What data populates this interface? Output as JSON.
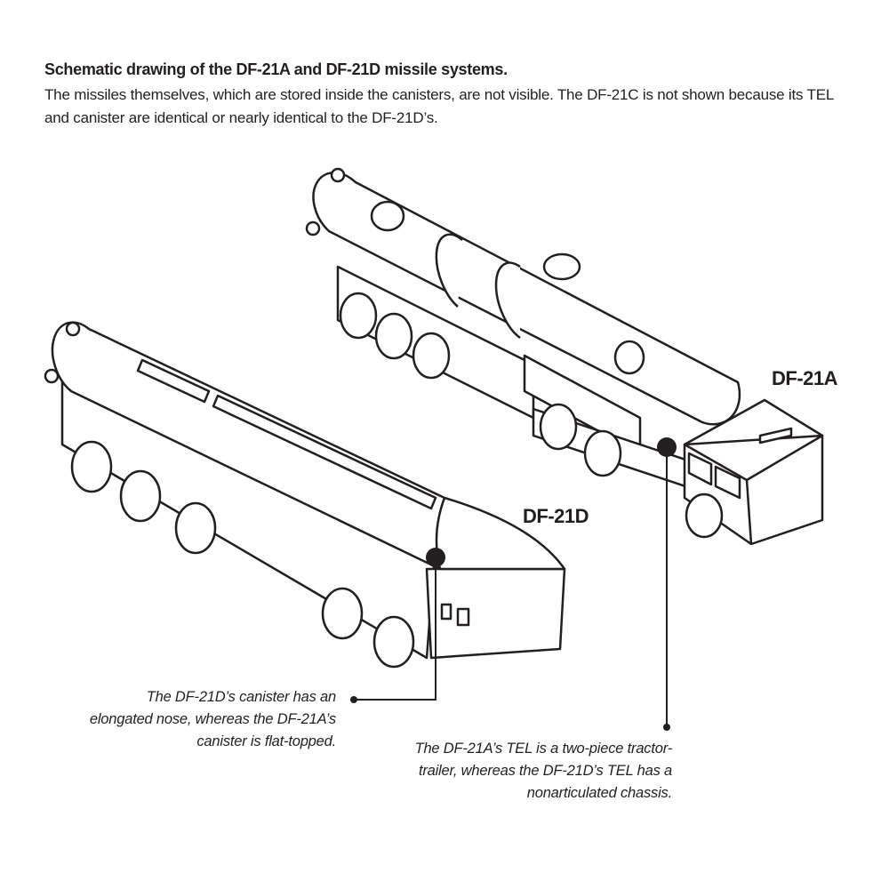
{
  "header": {
    "title": "Schematic drawing of the DF-21A and DF-21D missile systems.",
    "description": "The missiles themselves, which are stored inside the canisters, are not visible. The DF-21C is not shown because its TEL and canister are identical or nearly identical to the DF-21D’s."
  },
  "labels": {
    "df21a": "DF-21A",
    "df21d": "DF-21D"
  },
  "callouts": [
    {
      "text": "The DF-21D’s canister has an elongated nose, whereas the DF-21A’s canister is flat-topped."
    },
    {
      "text": "The DF-21A’s TEL is a two-piece tractor-trailer, whereas the DF-21D’s TEL has a nonarticulated chassis."
    }
  ]
}
